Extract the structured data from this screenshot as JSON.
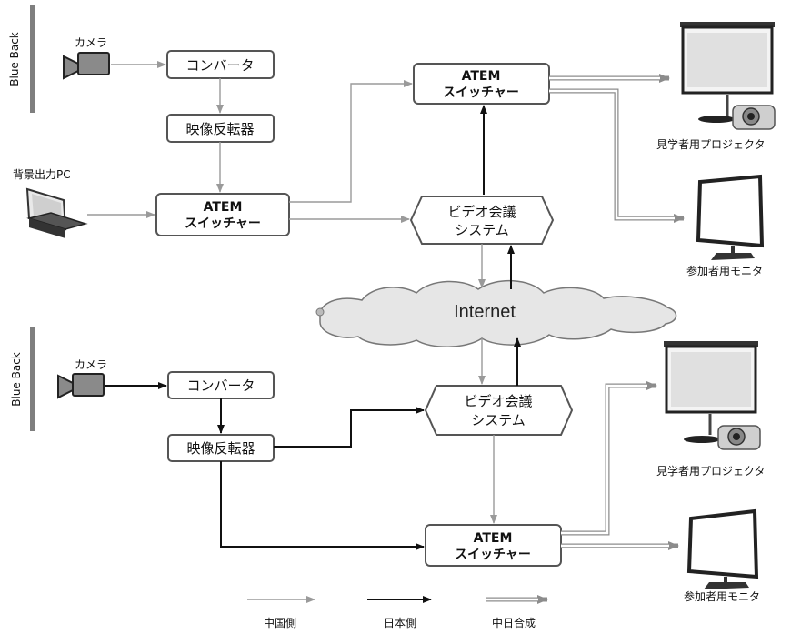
{
  "side_label": "Blue Back",
  "camera": "カメラ",
  "converter": "コンバータ",
  "frame_sync": "映像反転器",
  "bg_pc": "背景出力PC",
  "atem_line1": "ATEM",
  "atem_line2": "スイッチャー",
  "vc_line1": "ビデオ会議",
  "vc_line2": "システム",
  "internet": "Internet",
  "projector": "見学者用プロジェクタ",
  "monitor": "参加者用モニタ",
  "legend": {
    "china": "中国側",
    "japan": "日本側",
    "combined": "中日合成"
  },
  "colors": {
    "china_line": "#9a9a9a",
    "japan_line": "#111111",
    "combined_line": "#8c8c8c",
    "blue_back_bar": "#7f7f7f",
    "cloud_fill": "#e6e6e6"
  }
}
